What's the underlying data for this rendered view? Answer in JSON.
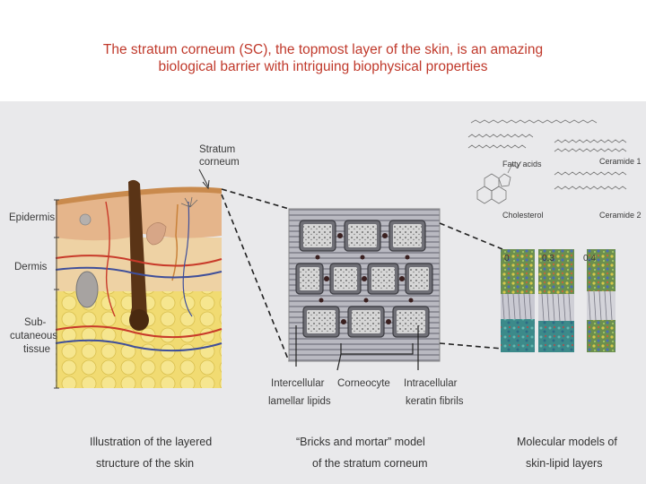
{
  "slide": {
    "title_line1": "The stratum corneum (SC), the topmost layer of the skin, is an amazing",
    "title_line2": "biological barrier with intriguing biophysical properties"
  },
  "skin_panel": {
    "labels": {
      "stratum_line1": "Stratum",
      "stratum_line2": "corneum",
      "epidermis": "Epidermis",
      "dermis": "Dermis",
      "sub_line1": "Sub-",
      "sub_line2": "cutaneous",
      "sub_line3": "tissue"
    },
    "caption_line1": "Illustration of the layered",
    "caption_line2": "structure of the skin"
  },
  "bricks_panel": {
    "labels": {
      "intercellular_line1": "Intercellular",
      "intercellular_line2": "lamellar lipids",
      "corneocyte": "Corneocyte",
      "intracellular_line1": "Intracellular",
      "intracellular_line2": "keratin fibrils"
    },
    "caption_line1": "“Bricks and mortar” model",
    "caption_line2": "of the stratum corneum"
  },
  "molecular_panel": {
    "labels": {
      "fatty_acids": "Fatty acids",
      "ceramide1": "Ceramide 1",
      "cholesterol": "Cholesterol",
      "ceramide2": "Ceramide 2",
      "frame0": "0",
      "frame1": "0.3",
      "frame2": "0.4"
    },
    "caption_line1": "Molecular models of",
    "caption_line2": "skin-lipid layers"
  },
  "colors": {
    "title": "#c0392b",
    "figure_bg": "#e9e9eb",
    "sc": "#c98a4d",
    "epidermis": "#e8b98c",
    "dermis": "#eed3a6",
    "subcutaneous": "#f2dd76",
    "artery": "#c83a2a",
    "vein": "#3f4f9a",
    "hair": "#5a3416"
  }
}
